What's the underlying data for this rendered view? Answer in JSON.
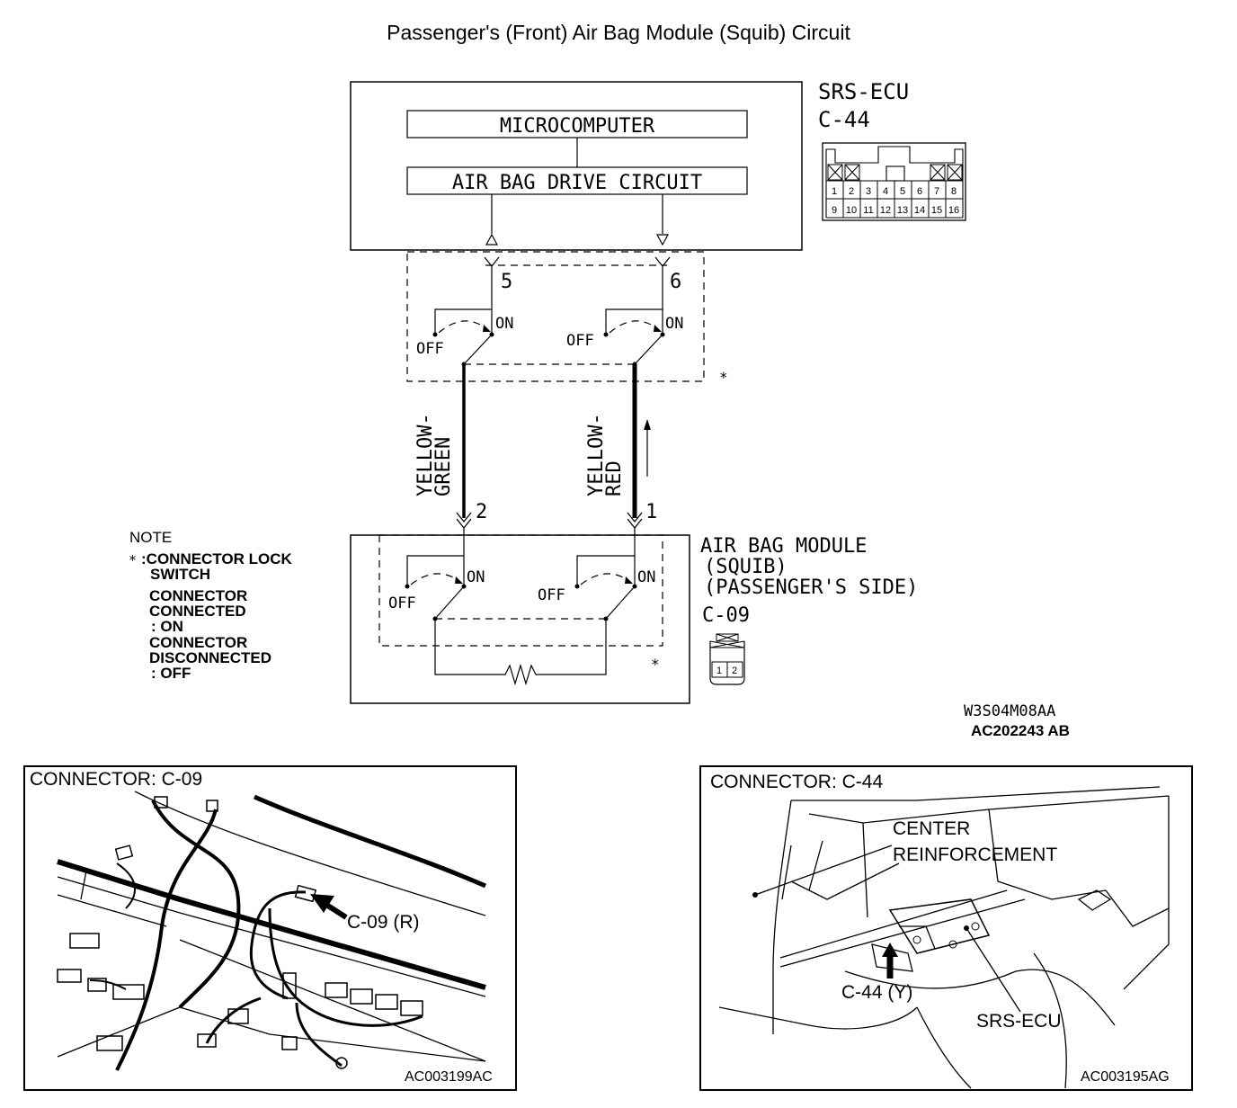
{
  "title": "Passenger's (Front) Air Bag Module (Squib) Circuit",
  "ecu": {
    "name": "SRS-ECU",
    "connector": "C-44",
    "microcomputer": "MICROCOMPUTER",
    "drive_circuit": "AIR BAG DRIVE CIRCUIT",
    "pin_left": "5",
    "pin_right": "6",
    "pins_top": [
      "1",
      "2",
      "3",
      "4",
      "5",
      "6",
      "7",
      "8"
    ],
    "pins_bottom": [
      "9",
      "10",
      "11",
      "12",
      "13",
      "14",
      "15",
      "16"
    ]
  },
  "switch_labels": {
    "on": "ON",
    "off": "OFF",
    "star": "*"
  },
  "wires": {
    "left": [
      "YELLOW-",
      "GREEN"
    ],
    "right": [
      "YELLOW-",
      "RED"
    ]
  },
  "module": {
    "name": "AIR BAG MODULE",
    "line2": "(SQUIB)",
    "line3": "(PASSENGER'S SIDE)",
    "connector": "C-09",
    "pin_left": "2",
    "pin_right": "1",
    "pins": [
      "1",
      "2"
    ]
  },
  "note": {
    "heading": "NOTE",
    "star": "*",
    "lines": [
      ":CONNECTOR LOCK",
      "SWITCH",
      "CONNECTOR",
      "CONNECTED",
      ": ON",
      "CONNECTOR",
      "DISCONNECTED",
      ": OFF"
    ]
  },
  "codes": {
    "code1": "W3S04M08AA",
    "code2": "AC202243 AB"
  },
  "panel_left": {
    "title": "CONNECTOR: C-09",
    "callout": "C-09 (R)",
    "code": "AC003199AC"
  },
  "panel_right": {
    "title": "CONNECTOR: C-44",
    "label1": "CENTER",
    "label2": "REINFORCEMENT",
    "callout": "C-44 (Y)",
    "label3": "SRS-ECU",
    "code": "AC003195AG"
  }
}
